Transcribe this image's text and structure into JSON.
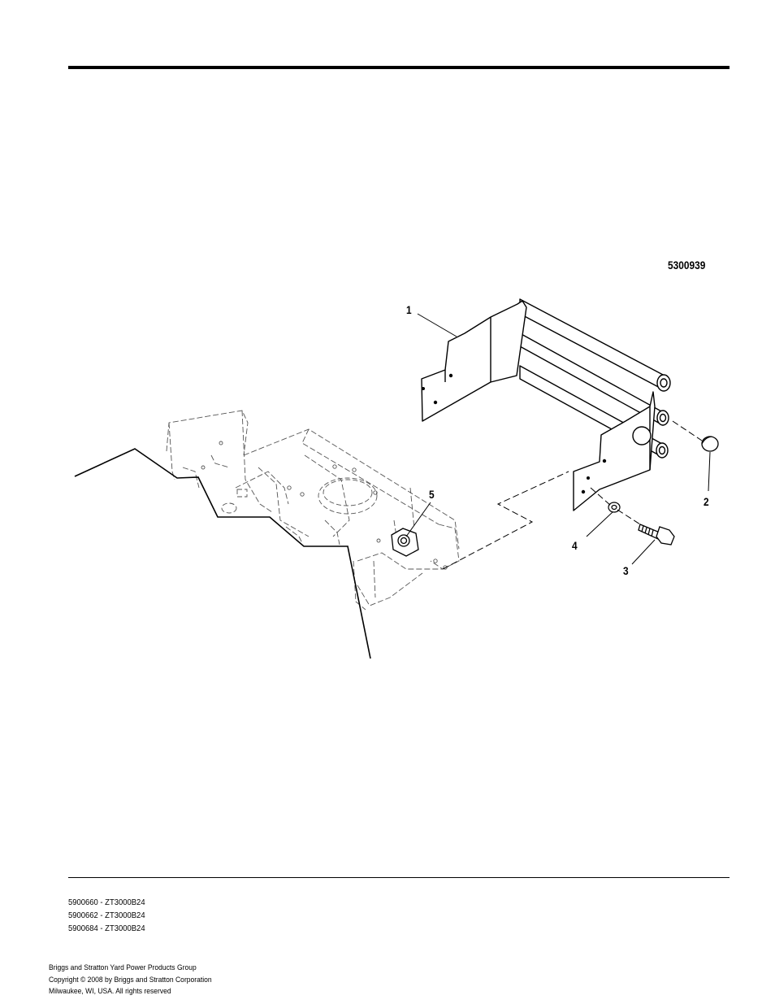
{
  "diagram": {
    "id": "5300939",
    "callouts": [
      "1",
      "2",
      "3",
      "4",
      "5"
    ]
  },
  "models": [
    "5900660 - ZT3000B24",
    "5900662 - ZT3000B24",
    "5900684 - ZT3000B24"
  ],
  "footer": {
    "company": "Briggs and Stratton Yard Power Products Group",
    "copyright": "Copyright ©  2008 by Briggs and Stratton Corporation",
    "rights": "Milwaukee, WI, USA. All rights reserved"
  }
}
